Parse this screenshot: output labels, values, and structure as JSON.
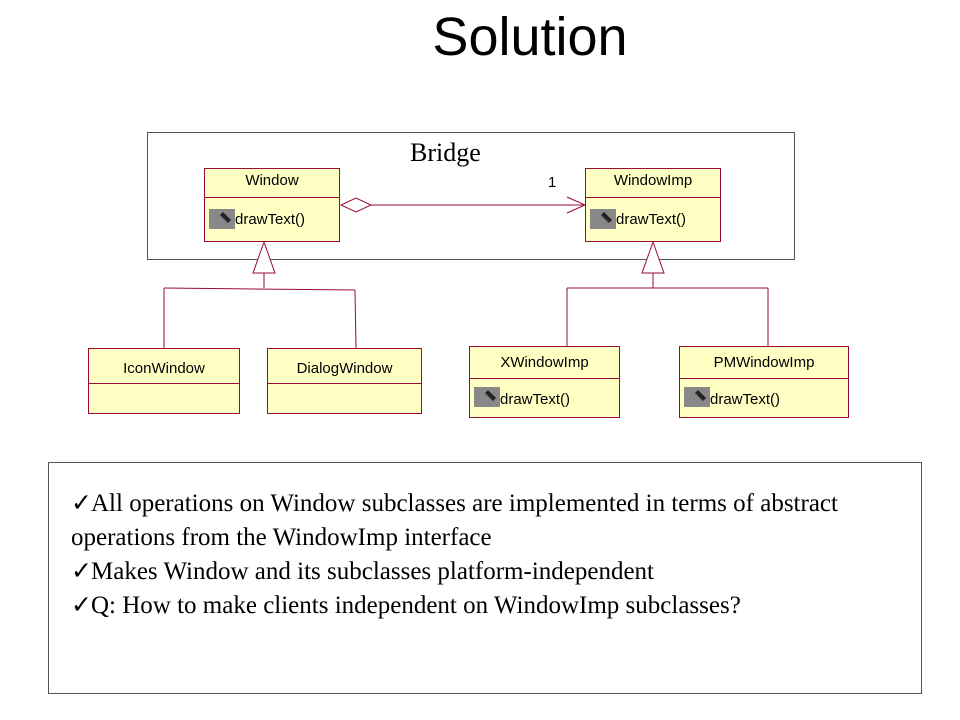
{
  "title": "Solution",
  "bridge_label": "Bridge",
  "multiplicity": "1",
  "classes": {
    "window": {
      "name": "Window",
      "op": "drawText()"
    },
    "windowimp": {
      "name": "WindowImp",
      "op": "drawText()"
    },
    "iconwindow": {
      "name": "IconWindow"
    },
    "dialogwindow": {
      "name": "DialogWindow"
    },
    "xwindowimp": {
      "name": "XWindowImp",
      "op": "drawText()"
    },
    "pmwindowimp": {
      "name": "PMWindowImp",
      "op": "drawText()"
    }
  },
  "notes": [
    "All operations on Window subclasses are implemented in terms of abstract operations from the WindowImp interface",
    "Makes Window and its subclasses platform-independent",
    "Q: How to make clients independent on WindowImp subclasses?"
  ],
  "colors": {
    "class_fill": "#ffffc4",
    "class_border": "#9a0a3a",
    "op_icon": "#888888"
  },
  "icons": {
    "operation": "operation-icon",
    "bullet": "check-icon"
  }
}
